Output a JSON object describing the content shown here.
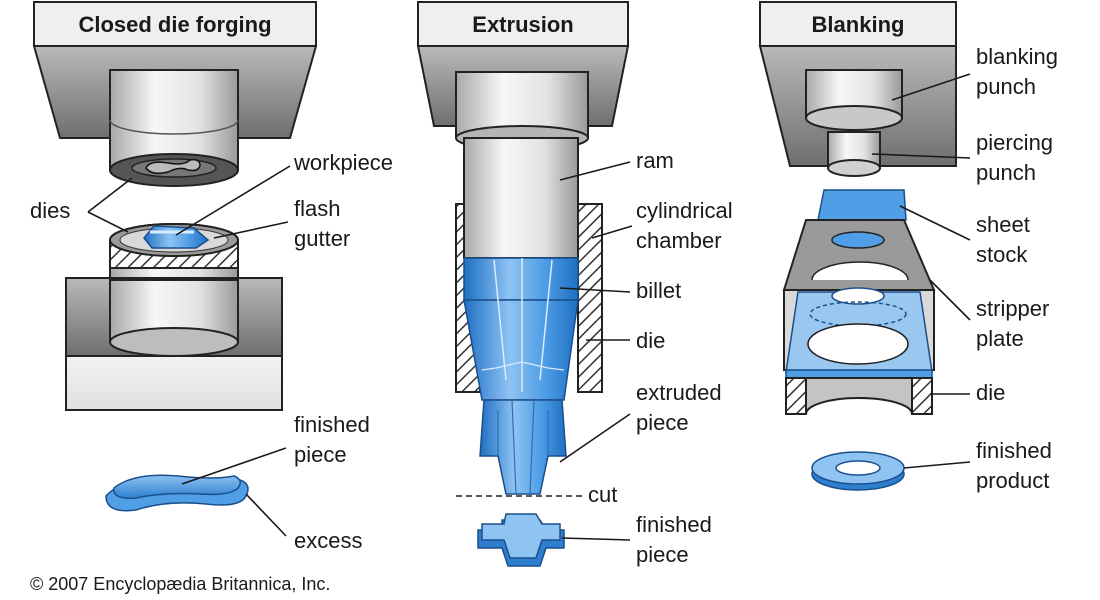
{
  "colors": {
    "metal_light": "#f4f4f4",
    "metal_mid": "#cfcfcf",
    "metal_dark": "#8a8a8a",
    "outline": "#222222",
    "blue_light": "#9dc8f0",
    "blue_mid": "#4f9ee6",
    "blue_dark": "#1f6fc4"
  },
  "panels": {
    "forging": {
      "title": "Closed die forging",
      "labels": {
        "workpiece": "workpiece",
        "dies": "dies",
        "flash_line1": "flash",
        "flash_line2": "gutter",
        "finished_line1": "finished",
        "finished_line2": "piece",
        "excess": "excess"
      }
    },
    "extrusion": {
      "title": "Extrusion",
      "labels": {
        "ram": "ram",
        "chamber_line1": "cylindrical",
        "chamber_line2": "chamber",
        "billet": "billet",
        "die": "die",
        "extruded_line1": "extruded",
        "extruded_line2": "piece",
        "cut": "cut",
        "finished_line1": "finished",
        "finished_line2": "piece"
      }
    },
    "blanking": {
      "title": "Blanking",
      "labels": {
        "blanking_line1": "blanking",
        "blanking_line2": "punch",
        "piercing_line1": "piercing",
        "piercing_line2": "punch",
        "sheet_line1": "sheet",
        "sheet_line2": "stock",
        "stripper_line1": "stripper",
        "stripper_line2": "plate",
        "die": "die",
        "finished_line1": "finished",
        "finished_line2": "product"
      }
    }
  },
  "copyright": "© 2007 Encyclopædia Britannica, Inc."
}
